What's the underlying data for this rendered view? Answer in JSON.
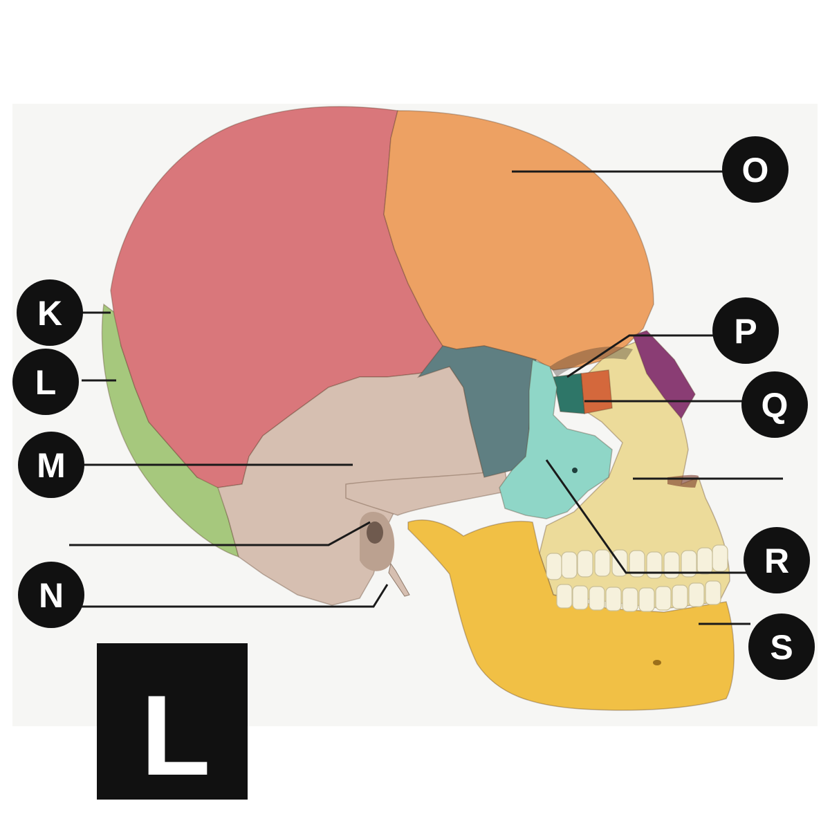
{
  "labels": {
    "K": "K",
    "L": "L",
    "M": "M",
    "N": "N",
    "O": "O",
    "P": "P",
    "Q": "Q",
    "R": "R",
    "S": "S"
  },
  "side_indicator": "L",
  "colors": {
    "parietal": "#d9777b",
    "frontal": "#eda163",
    "occipital": "#a6c87d",
    "temporal": "#d6bfb1",
    "sphenoid": "#5f7f82",
    "zygomatic": "#8fd6c7",
    "lacrimal": "#d4683c",
    "ethmoid": "#2e7668",
    "nasal": "#8a3d74",
    "maxilla": "#ecdb9a",
    "mandible": "#f1c045",
    "teeth": "#f6f1dc",
    "callout": "#111111"
  }
}
